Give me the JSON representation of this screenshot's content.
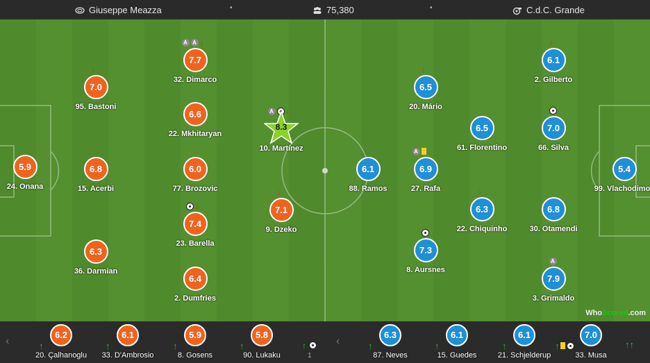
{
  "header": {
    "stadium": "Giuseppe Meazza",
    "attendance": "75,380",
    "referee": "C.d.C. Grande"
  },
  "colors": {
    "home": "#f0631f",
    "away": "#1f8fd7",
    "pitch": "#4f8a2c"
  },
  "home_players": [
    {
      "label": "24. Onana",
      "rating": "5.9",
      "icons": []
    },
    {
      "label": "95. Bastoni",
      "rating": "7.0",
      "icons": [
        "sub-off"
      ]
    },
    {
      "label": "15. Acerbi",
      "rating": "6.8",
      "icons": []
    },
    {
      "label": "36. Darmian",
      "rating": "6.3",
      "icons": []
    },
    {
      "label": "32. Dimarco",
      "rating": "7.7",
      "icons": [
        "assist",
        "assist",
        "sub-off"
      ]
    },
    {
      "label": "22. Mkhitaryan",
      "rating": "6.6",
      "icons": []
    },
    {
      "label": "77. Brozovic",
      "rating": "6.0",
      "icons": []
    },
    {
      "label": "23. Barella",
      "rating": "7.4",
      "icons": [
        "goal",
        "sub-off"
      ]
    },
    {
      "label": "2. Dumfries",
      "rating": "6.4",
      "icons": []
    },
    {
      "label": "10. Martínez",
      "rating": "8.3",
      "icons": [
        "assist",
        "goal",
        "sub-off"
      ],
      "man_of_match": true
    },
    {
      "label": "9. Dzeko",
      "rating": "7.1",
      "icons": [
        "sub-off"
      ]
    }
  ],
  "away_players": [
    {
      "label": "88. Ramos",
      "rating": "6.1",
      "icons": [
        "sub-off"
      ]
    },
    {
      "label": "20. Mário",
      "rating": "6.5",
      "icons": [
        "sub-off"
      ]
    },
    {
      "label": "27. Rafa",
      "rating": "6.9",
      "icons": [
        "assist",
        "yellow-card",
        "sub-off"
      ]
    },
    {
      "label": "8. Aursnes",
      "rating": "7.3",
      "icons": [
        "goal"
      ]
    },
    {
      "label": "61. Florentino",
      "rating": "6.5",
      "icons": []
    },
    {
      "label": "22. Chiquinho",
      "rating": "6.3",
      "icons": [
        "sub-off"
      ]
    },
    {
      "label": "2. Gilberto",
      "rating": "6.1",
      "icons": [
        "sub-off"
      ]
    },
    {
      "label": "66. Silva",
      "rating": "7.0",
      "icons": [
        "goal"
      ]
    },
    {
      "label": "30. Otamendi",
      "rating": "6.8",
      "icons": []
    },
    {
      "label": "3. Grimaldo",
      "rating": "7.9",
      "icons": [
        "assist"
      ]
    },
    {
      "label": "99. Vlachodimos",
      "rating": "5.4",
      "icons": []
    }
  ],
  "home_subs": [
    {
      "label": "20. Çalhanoglu",
      "rating": "6.2"
    },
    {
      "label": "33. D'Ambrosio",
      "rating": "6.1"
    },
    {
      "label": "8. Gosens",
      "rating": "5.9"
    },
    {
      "label": "90. Lukaku",
      "rating": "5.8"
    }
  ],
  "home_more_count": "1",
  "away_subs": [
    {
      "label": "87. Neves",
      "rating": "6.3"
    },
    {
      "label": "15. Guedes",
      "rating": "6.1"
    },
    {
      "label": "21. Schjelderup",
      "rating": "6.1"
    },
    {
      "label": "33. Musa",
      "rating": "7.0"
    }
  ],
  "brand": {
    "who": "Who",
    "scored": "Scored",
    "suffix": ".com"
  }
}
